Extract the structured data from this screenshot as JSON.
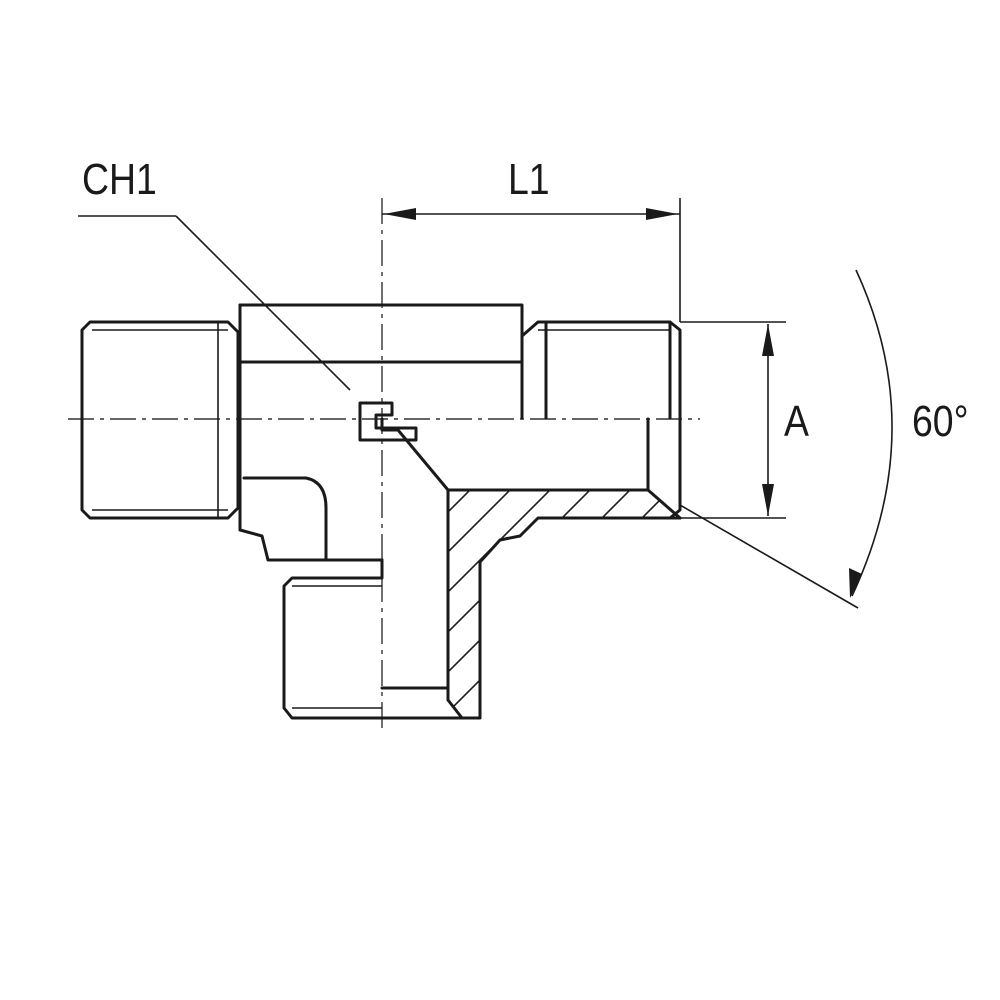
{
  "labels": {
    "ch1": "CH1",
    "l1": "L1",
    "a": "A",
    "angle": "60°"
  }
}
